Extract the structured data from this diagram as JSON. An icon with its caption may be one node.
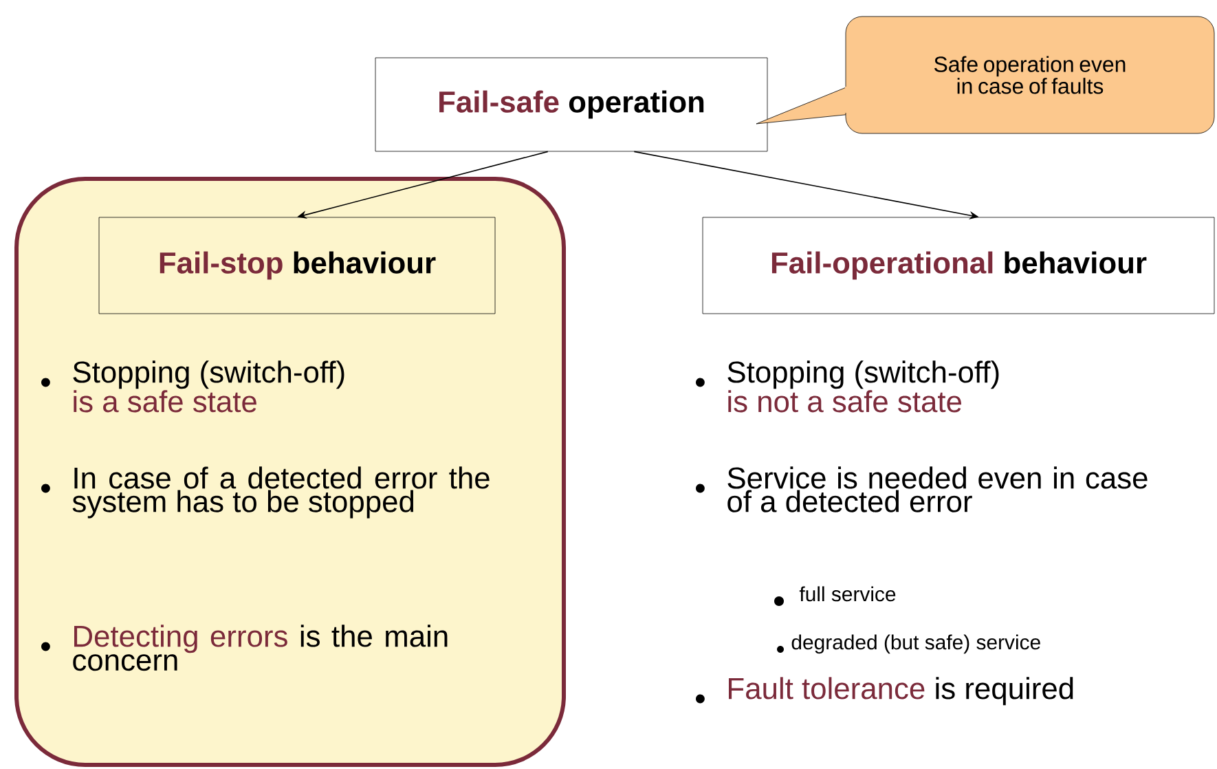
{
  "diagram": {
    "nodes": [
      {
        "text": [
          "Fail-safe",
          "operation"
        ]
      },
      {
        "text": [
          "Stopping (switch-off)",
          "is a safe state",
          "In case of a detected error the system has to be stopped",
          "Detecting errors",
          "is the main concern"
        ]
      },
      {
        "text": [
          "Fail-stop",
          "behaviour"
        ],
        "in": 1
      },
      {
        "text": [
          "Fail-operational",
          "behaviour"
        ]
      },
      {
        "text": [
          "Safe operation even in case of faults"
        ]
      }
    ],
    "edges": [
      {
        "from": 0,
        "to": 2,
        "arrow": "to"
      },
      {
        "from": 0,
        "to": 3,
        "arrow": "to"
      }
    ],
    "labels": [
      "Stopping (switch-off)",
      "is not a safe state",
      "Service is needed even in case of a detected error",
      "full service",
      "degraded (but safe) service",
      "Fault tolerance",
      "is required"
    ]
  }
}
